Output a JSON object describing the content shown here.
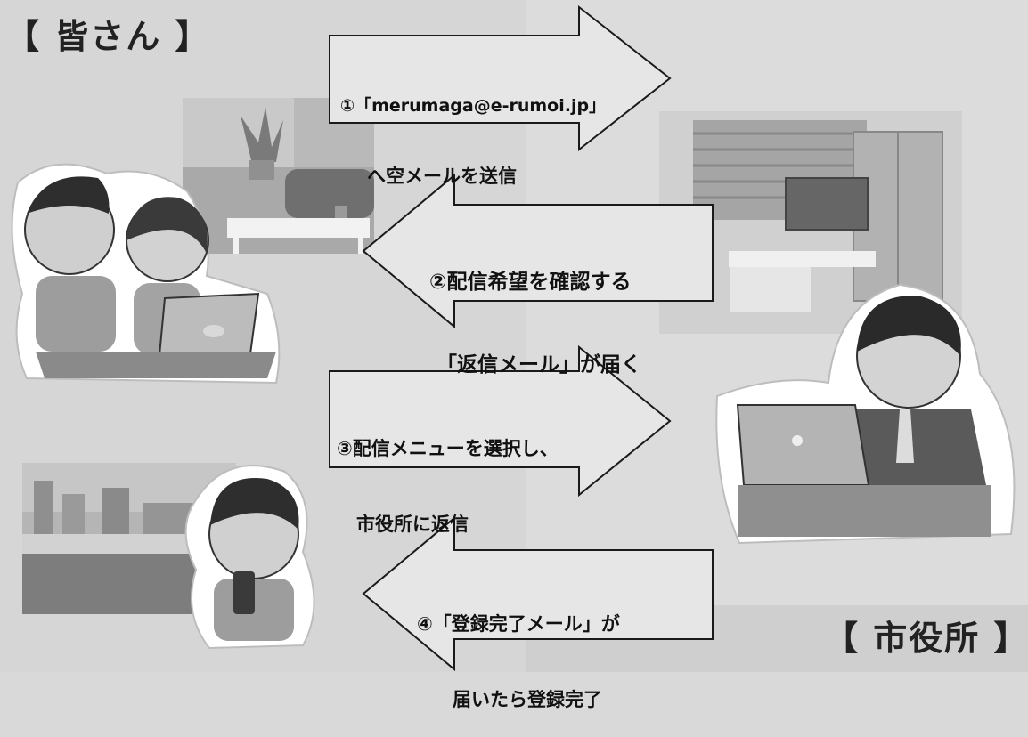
{
  "labels": {
    "left": "【 皆さん 】",
    "right": "【 市役所 】"
  },
  "steps": [
    {
      "line1": "①「merumaga@e-rumoi.jp」",
      "line2": "へ空メールを送信",
      "direction": "right"
    },
    {
      "line1": "②配信希望を確認する",
      "line2": "「返信メール」が届く",
      "direction": "left"
    },
    {
      "line1": "③配信メニューを選択し、",
      "line2": "市役所に返信",
      "direction": "right"
    },
    {
      "line1": "④「登録完了メール」が",
      "line2": "届いたら登録完了",
      "direction": "left"
    }
  ],
  "colors": {
    "background": "#d9d9d9",
    "arrow_fill": "#e6e6e6",
    "arrow_stroke": "#1a1a1a",
    "text": "#111111"
  }
}
